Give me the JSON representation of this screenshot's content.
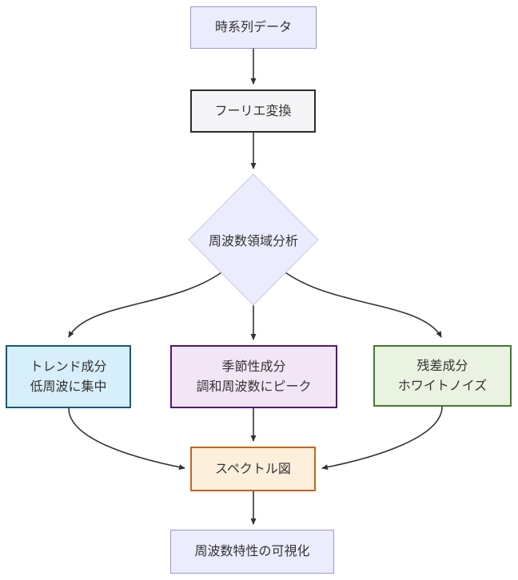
{
  "diagram": {
    "type": "flowchart",
    "direction": "top-down",
    "edge_color": "#333333",
    "nodes": {
      "ts_data": {
        "label": "時系列データ",
        "fill": "#ECECFF",
        "border": "#9C94D4",
        "text": "#333333"
      },
      "fourier": {
        "label": "フーリエ変換",
        "fill": "#F4F4F7",
        "border": "#2B2B2B",
        "text": "#333333"
      },
      "freq_analysis": {
        "label": "周波数領域分析",
        "fill": "#ECECFF",
        "border": "#C9C6EA",
        "text": "#333333"
      },
      "trend": {
        "line1": "トレンド成分",
        "line2": "低周波に集中",
        "fill": "#D7EFFA",
        "border": "#14597E",
        "text": "#28404f"
      },
      "seasonal": {
        "line1": "季節性成分",
        "line2": "調和周波数にピーク",
        "fill": "#F2E6F6",
        "border": "#521878",
        "text": "#3a2c42"
      },
      "residual": {
        "line1": "残差成分",
        "line2": "ホワイトノイズ",
        "fill": "#EAF3E1",
        "border": "#44792F",
        "text": "#33402c"
      },
      "spectrum": {
        "label": "スペクトル図",
        "fill": "#FCF0DC",
        "border": "#C4661C",
        "text": "#4a3category"
      },
      "visualization": {
        "label": "周波数特性の可視化",
        "fill": "#ECECFF",
        "border": "#9C94D4",
        "text": "#333333"
      }
    },
    "edges": [
      {
        "from": "ts_data",
        "to": "fourier"
      },
      {
        "from": "fourier",
        "to": "freq_analysis"
      },
      {
        "from": "freq_analysis",
        "to": "trend"
      },
      {
        "from": "freq_analysis",
        "to": "seasonal"
      },
      {
        "from": "freq_analysis",
        "to": "residual"
      },
      {
        "from": "trend",
        "to": "spectrum"
      },
      {
        "from": "seasonal",
        "to": "spectrum"
      },
      {
        "from": "residual",
        "to": "spectrum"
      },
      {
        "from": "spectrum",
        "to": "visualization"
      }
    ]
  }
}
